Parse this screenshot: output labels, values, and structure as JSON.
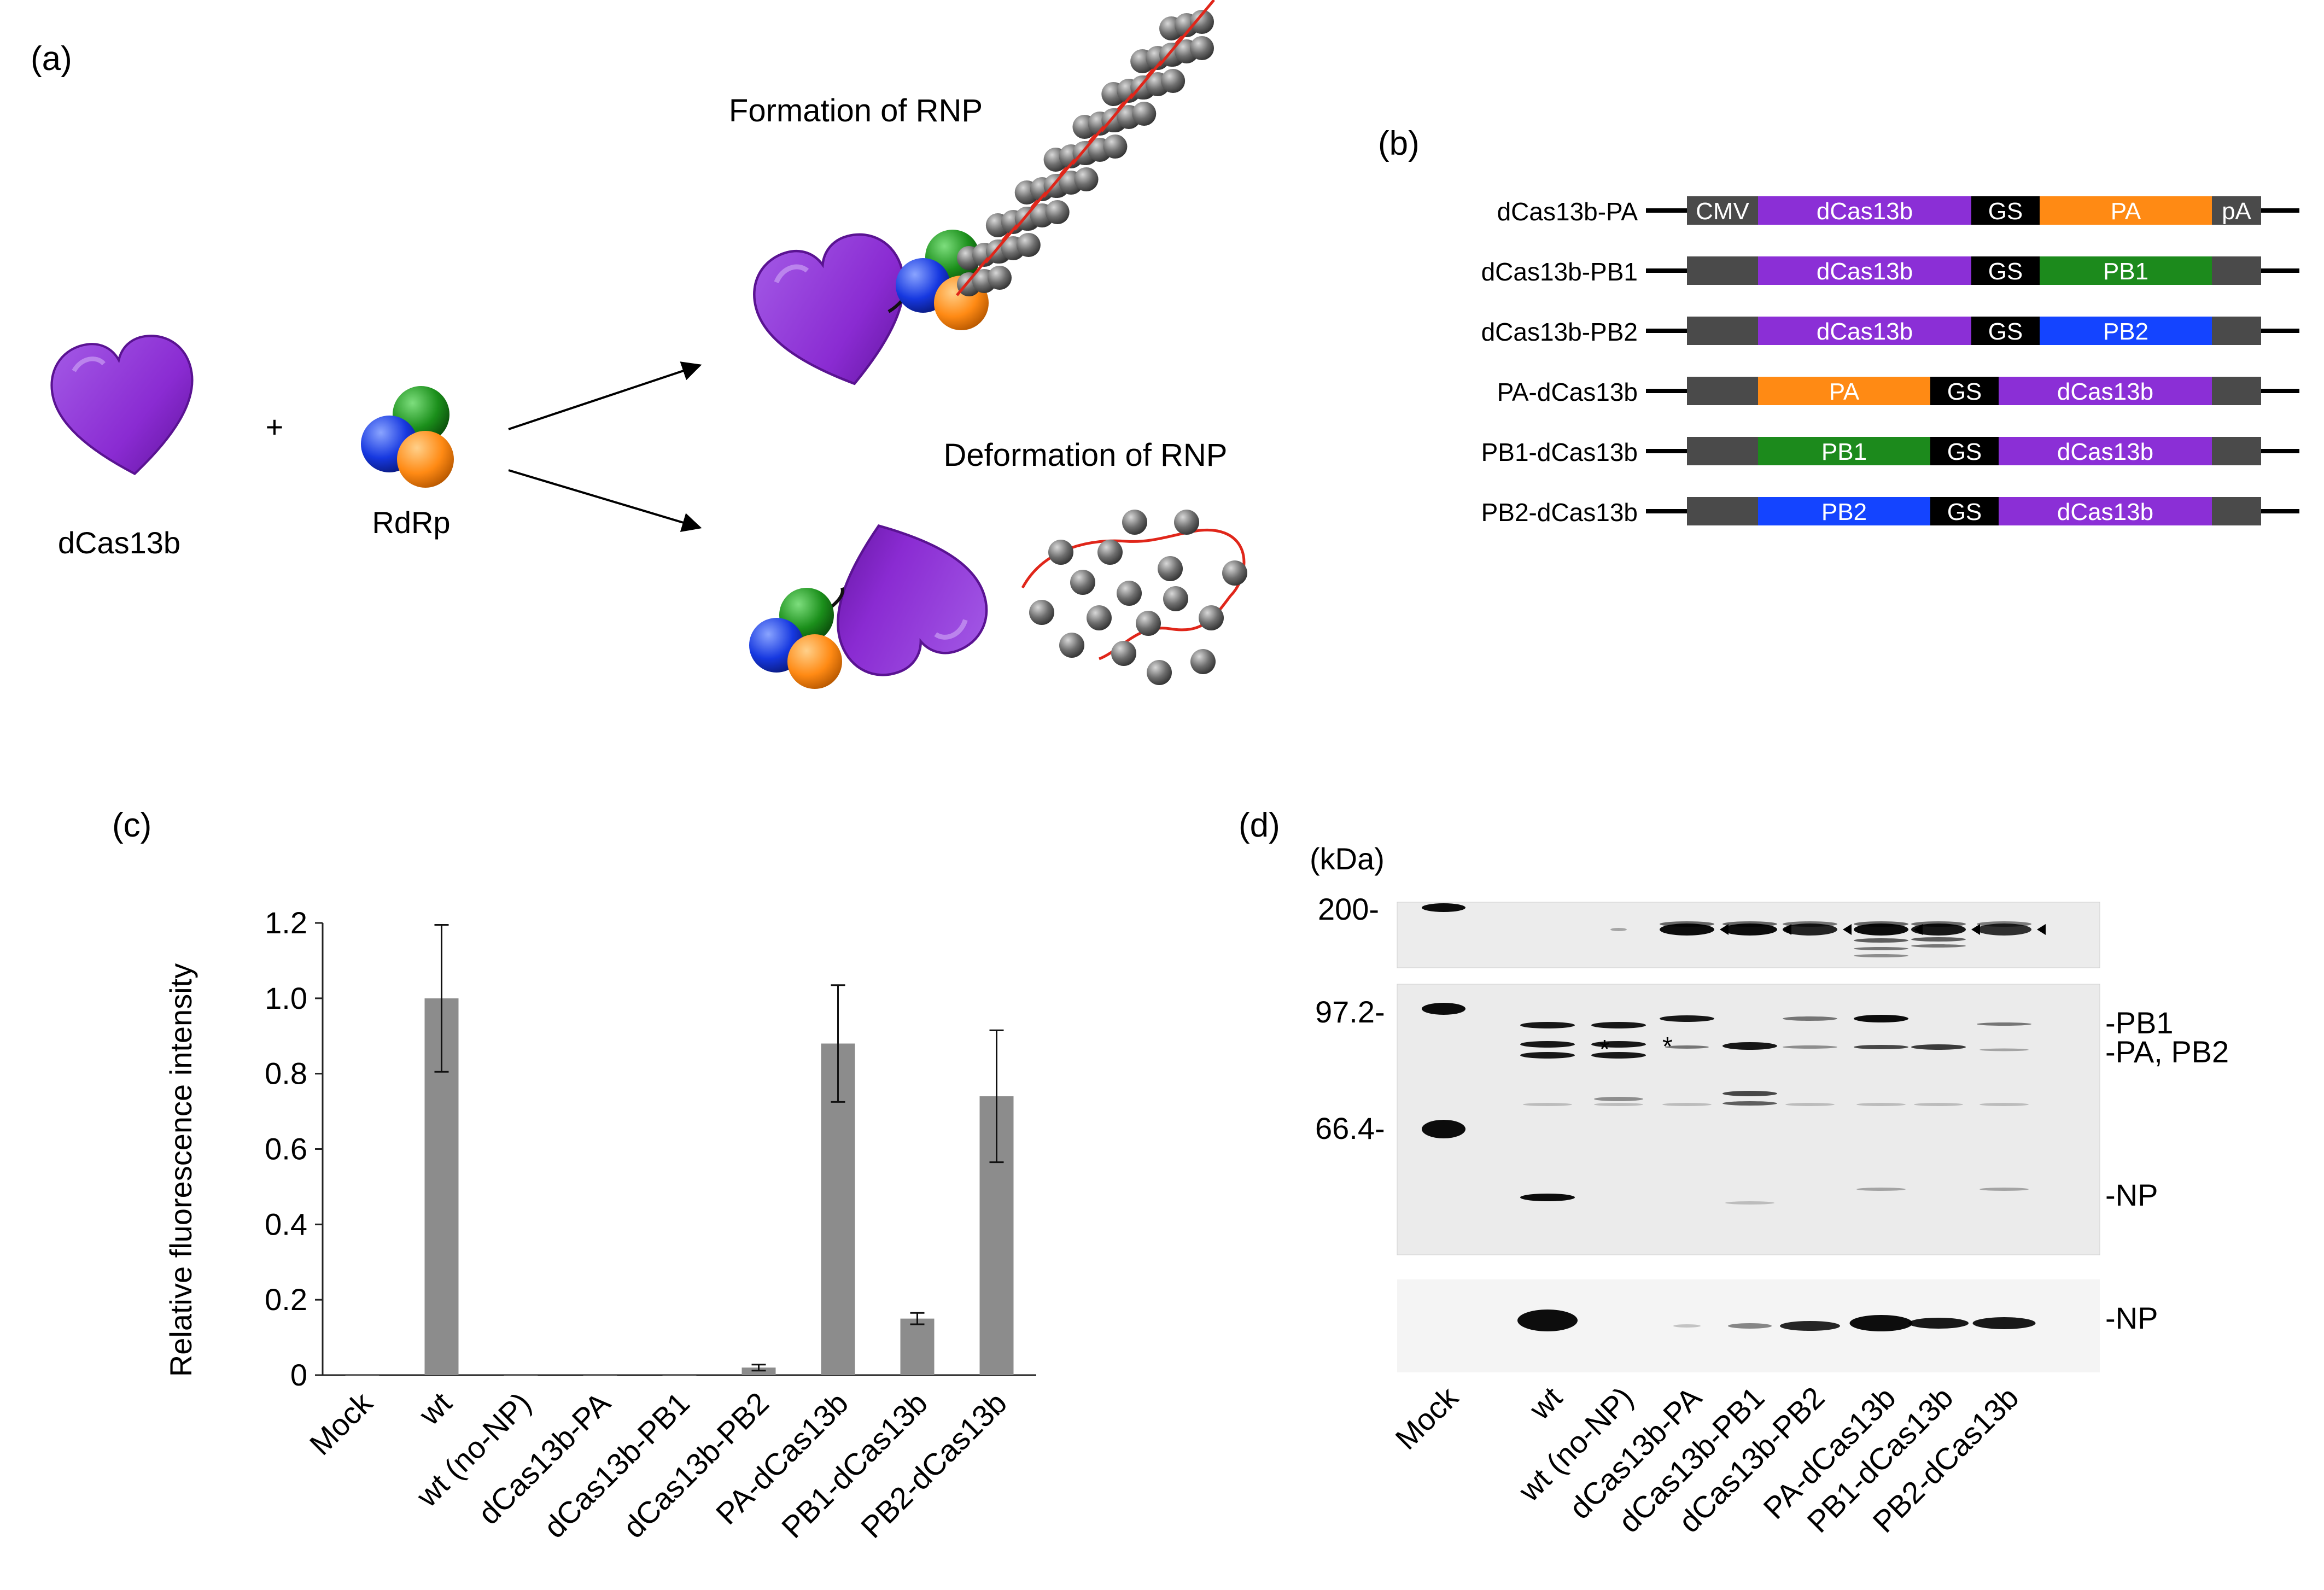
{
  "panel_a": {
    "label": "(a)",
    "dcas13b_label": "dCas13b",
    "plus": "+",
    "rdrp_label": "RdRp",
    "formation_label": "Formation of RNP",
    "deformation_label": "Deformation of RNP"
  },
  "panel_b": {
    "label": "(b)",
    "constructs": [
      {
        "name": "dCas13b-PA",
        "segments": [
          "CMV",
          "dCas13b",
          "GS",
          "PA",
          "pA"
        ]
      },
      {
        "name": "dCas13b-PB1",
        "segments": [
          "",
          "dCas13b",
          "GS",
          "PB1",
          ""
        ]
      },
      {
        "name": "dCas13b-PB2",
        "segments": [
          "",
          "dCas13b",
          "GS",
          "PB2",
          ""
        ]
      },
      {
        "name": "PA-dCas13b",
        "segments": [
          "",
          "PA",
          "GS",
          "dCas13b",
          ""
        ]
      },
      {
        "name": "PB1-dCas13b",
        "segments": [
          "",
          "PB1",
          "GS",
          "dCas13b",
          ""
        ]
      },
      {
        "name": "PB2-dCas13b",
        "segments": [
          "",
          "PB2",
          "GS",
          "dCas13b",
          ""
        ]
      }
    ],
    "colors": {
      "dCas13b": "#8b2fd6",
      "PA": "#ff8a14",
      "PB1": "#1c8a1c",
      "PB2": "#1444ff",
      "GS": "#000000",
      "flank": "#4a4a4a"
    }
  },
  "panel_c": {
    "label": "(c)",
    "chart_data": {
      "type": "bar",
      "ylabel": "Relative fluorescence intensity",
      "ylim": [
        0,
        1.2
      ],
      "yticks": [
        "0",
        "0.2",
        "0.4",
        "0.6",
        "0.8",
        "1.0",
        "1.2"
      ],
      "categories": [
        "Mock",
        "wt",
        "wt (no-NP)",
        "dCas13b-PA",
        "dCas13b-PB1",
        "dCas13b-PB2",
        "PA-dCas13b",
        "PB1-dCas13b",
        "PB2-dCas13b"
      ],
      "values": [
        0.0,
        1.0,
        0.0,
        0.0,
        0.0,
        0.02,
        0.88,
        0.15,
        0.74
      ],
      "errors": [
        0.0,
        0.195,
        0.0,
        0.0,
        0.0,
        0.008,
        0.155,
        0.015,
        0.175
      ],
      "bar_color": "#8c8c8c"
    }
  },
  "panel_d": {
    "label": "(d)",
    "kda_label": "(kDa)",
    "markers": [
      "200-",
      "97.2-",
      "66.4-"
    ],
    "right_labels": [
      "-PB1",
      "-PA, PB2",
      "-NP",
      "-NP"
    ],
    "lanes": [
      "Mock",
      "wt",
      "wt (no-NP)",
      "dCas13b-PA",
      "dCas13b-PB1",
      "dCas13b-PB2",
      "PA-dCas13b",
      "PB1-dCas13b",
      "PB2-dCas13b"
    ],
    "asterisk": "*"
  }
}
